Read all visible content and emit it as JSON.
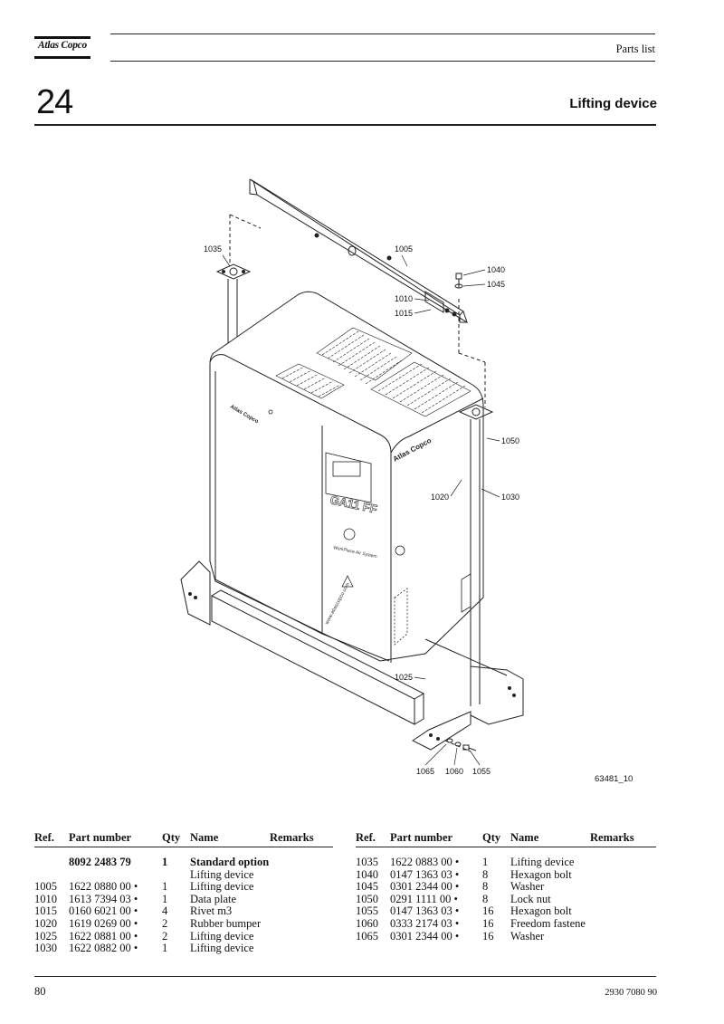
{
  "header": {
    "logo_text": "Atlas Copco",
    "doc_type": "Parts list",
    "section_number": "24",
    "section_title": "Lifting device"
  },
  "drawing": {
    "callouts": [
      "1035",
      "1005",
      "1040",
      "1045",
      "1010",
      "1015",
      "1050",
      "1020",
      "1030",
      "1025",
      "1065",
      "1060",
      "1055"
    ],
    "machine_labels": {
      "model": "GA11 FF",
      "slogan": "WorkPlace Air System",
      "website": "www.atlascopco.com"
    },
    "drawing_code": "63481_10"
  },
  "parts_table": {
    "headers": {
      "ref": "Ref.",
      "part_number": "Part number",
      "qty": "Qty",
      "name": "Name",
      "remarks": "Remarks"
    },
    "left_rows": [
      {
        "ref": "",
        "part_number": "8092 2483 79",
        "qty": "1",
        "name": "Standard option",
        "remarks": "",
        "bold": true
      },
      {
        "ref": "",
        "part_number": "",
        "qty": "",
        "name": "Lifting device",
        "remarks": ""
      },
      {
        "ref": "1005",
        "part_number": "1622 0880 00 •",
        "qty": "1",
        "name": "Lifting device",
        "remarks": ""
      },
      {
        "ref": "1010",
        "part_number": "1613 7394 03 •",
        "qty": "1",
        "name": "Data plate",
        "remarks": ""
      },
      {
        "ref": "1015",
        "part_number": "0160 6021 00 •",
        "qty": "4",
        "name": "Rivet m3",
        "remarks": ""
      },
      {
        "ref": "1020",
        "part_number": "1619 0269 00 •",
        "qty": "2",
        "name": "Rubber bumper",
        "remarks": ""
      },
      {
        "ref": "1025",
        "part_number": "1622 0881 00 •",
        "qty": "2",
        "name": "Lifting device",
        "remarks": ""
      },
      {
        "ref": "1030",
        "part_number": "1622 0882 00 •",
        "qty": "1",
        "name": "Lifting device",
        "remarks": ""
      }
    ],
    "right_rows": [
      {
        "ref": "1035",
        "part_number": "1622 0883 00 •",
        "qty": "1",
        "name": "Lifting device",
        "remarks": ""
      },
      {
        "ref": "1040",
        "part_number": "0147 1363 03 •",
        "qty": "8",
        "name": "Hexagon bolt",
        "remarks": ""
      },
      {
        "ref": "1045",
        "part_number": "0301 2344 00 •",
        "qty": "8",
        "name": "Washer",
        "remarks": ""
      },
      {
        "ref": "1050",
        "part_number": "0291 1111 00 •",
        "qty": "8",
        "name": "Lock nut",
        "remarks": ""
      },
      {
        "ref": "1055",
        "part_number": "0147 1363 03 •",
        "qty": "16",
        "name": "Hexagon bolt",
        "remarks": ""
      },
      {
        "ref": "1060",
        "part_number": "0333 2174 03 •",
        "qty": "16",
        "name": "Freedom fastene",
        "remarks": ""
      },
      {
        "ref": "1065",
        "part_number": "0301 2344 00 •",
        "qty": "16",
        "name": "Washer",
        "remarks": ""
      }
    ]
  },
  "footer": {
    "page_number": "80",
    "document_number": "2930 7080 90"
  }
}
